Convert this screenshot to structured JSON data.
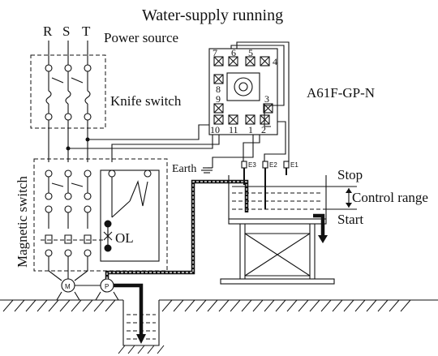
{
  "title": "Water-supply running",
  "labels": {
    "phase_r": "R",
    "phase_s": "S",
    "phase_t": "T",
    "power_source": "Power source",
    "knife_switch": "Knife switch",
    "magnetic_switch": "Magnetic switch",
    "overload": "OL",
    "model": "A61F-GP-N",
    "earth": "Earth",
    "motor": "M",
    "pump": "P",
    "stop": "Stop",
    "control_range": "Control range",
    "start": "Start",
    "electrode_e3": "E3",
    "electrode_e2": "E2",
    "electrode_e1": "E1"
  },
  "socket_pins": [
    "1",
    "2",
    "3",
    "4",
    "5",
    "6",
    "7",
    "8",
    "9",
    "10",
    "11"
  ],
  "colors": {
    "line": "#111111",
    "background": "#ffffff"
  }
}
